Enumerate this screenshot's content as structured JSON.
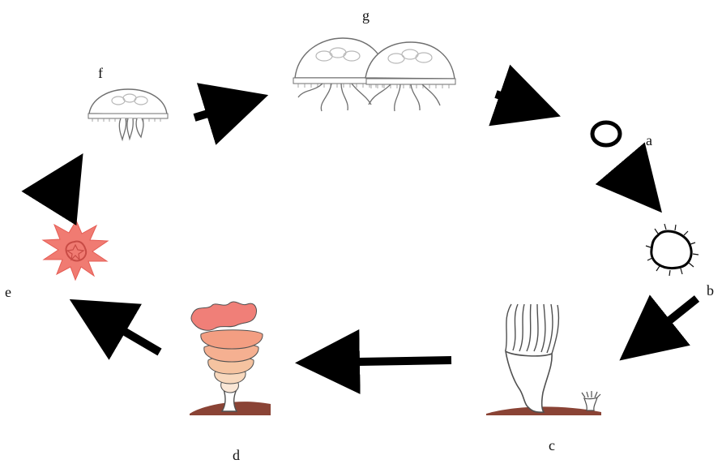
{
  "diagram": {
    "labels": {
      "a": "a",
      "b": "b",
      "c": "c",
      "d": "d",
      "e": "e",
      "f": "f",
      "g": "g"
    },
    "colors": {
      "arrow": "#000000",
      "jellyfish_outline": "#6f6f6f",
      "jellyfish_pattern": "#b8b8b8",
      "ephyra": "#f07b72",
      "ephyra_inner": "#c84b45",
      "strobila_top": "#f07f78",
      "strobila_mid": "#f5b091",
      "strobila_low": "#f8d8bd",
      "substrate": "#8a4335",
      "polyp_stroke": "#505050"
    }
  }
}
